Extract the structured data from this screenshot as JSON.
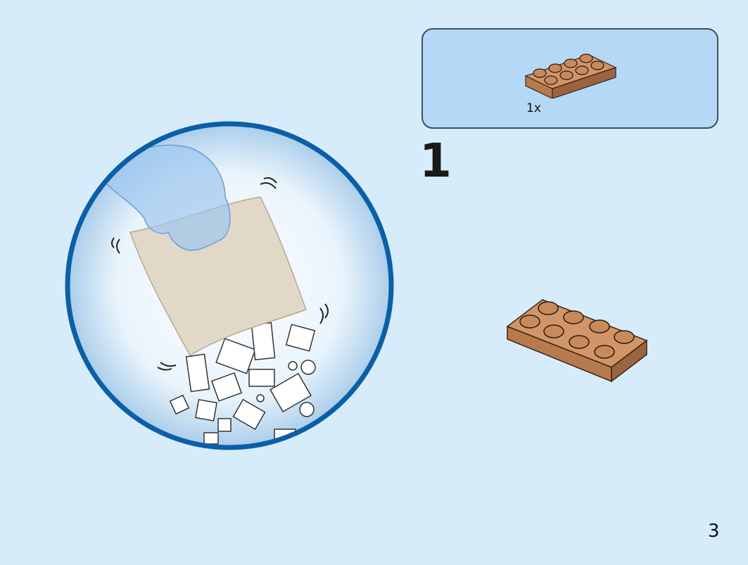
{
  "parts_list": {
    "quantity": "1x",
    "part": "brick-2x4-plate-icon",
    "color": "#c98a5a"
  },
  "step": {
    "number": "1"
  },
  "page": {
    "number": "3"
  },
  "colors": {
    "background": "#d6ecfb",
    "parts_box": "#b4d8f5",
    "circle_border": "#0b5fa8",
    "brick": "#c98a5a"
  }
}
